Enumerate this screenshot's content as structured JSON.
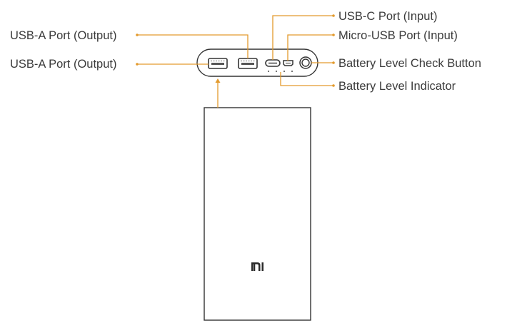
{
  "labels": {
    "usb_a_output_top": "USB-A Port (Output)",
    "usb_a_output_side": "USB-A Port (Output)",
    "usb_c_input": "USB-C Port (Input)",
    "micro_usb_input": "Micro-USB Port (Input)",
    "battery_check_button": "Battery Level Check Button",
    "battery_indicator": "Battery Level Indicator"
  },
  "brand_logo_text": "mi",
  "colors": {
    "leader_line": "#e39a2d",
    "device_outline": "#333333",
    "text": "#3a3a3a",
    "background": "#ffffff"
  },
  "icons": {
    "usb_a_port": "usb-a-port-icon",
    "usb_c_port": "usb-c-port-icon",
    "micro_usb_port": "micro-usb-port-icon",
    "button": "round-button-icon",
    "logo": "mi-logo-icon"
  }
}
